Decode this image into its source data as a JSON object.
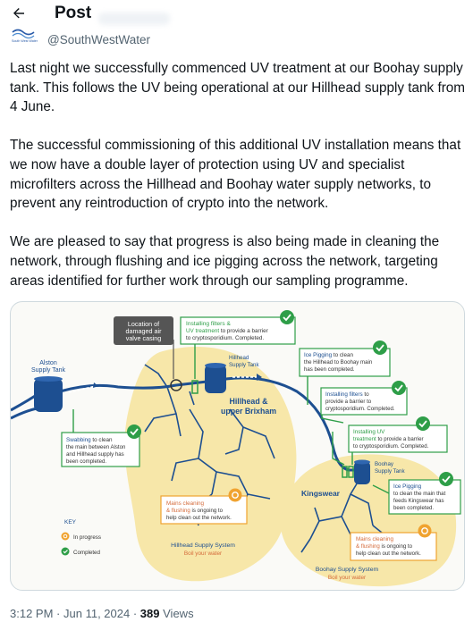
{
  "header": {
    "title": "Post"
  },
  "author": {
    "handle": "@SouthWestWater",
    "avatar_text": "South West Water"
  },
  "tweet": {
    "paragraphs": [
      "Last night we successfully commenced UV treatment at our Boohay supply tank. This follows the UV being operational at our Hillhead supply tank from 4 June.",
      "The successful commissioning of this additional UV installation means that we now have a double layer of protection using UV and specialist microfilters across the Hillhead and Boohay water supply networks, to prevent any reintroduction of crypto into the network.",
      "We are pleased to say that progress is also being made in cleaning the network, through flushing and ice pigging across the network, targeting areas identified for further work through our sampling programme."
    ]
  },
  "infographic": {
    "location_box": [
      "Location of",
      "damaged air",
      "valve casing"
    ],
    "alston_tank": [
      "Alston",
      "Supply Tank"
    ],
    "hillhead_tank": [
      "Hillhead",
      "Supply Tank"
    ],
    "hillhead_area": [
      "Hillhead &",
      "upper Brixham"
    ],
    "boohay_tank": [
      "Boohay",
      "Supply Tank"
    ],
    "kingswear": "Kingswear",
    "callout_filters_uv": {
      "title_1": "Installing filters &",
      "title_2": "UV treatment",
      "rest_2": " to provide a barrier",
      "line_3": "to cryptosporidium. Completed."
    },
    "callout_ice_pigging_1": {
      "title": "Ice Pigging",
      "rest_1": " to clean",
      "line_2": "the Hillhead to Boohay main",
      "line_3": "has been completed."
    },
    "callout_filters": {
      "title": "Installing filters",
      "rest_1": " to",
      "line_2": "provide a barrier to",
      "line_3": "cryptosporidium. Completed."
    },
    "callout_uv": {
      "title_1": "Installing UV",
      "title_2": "treatment",
      "rest_2": " to provide a barrier",
      "line_3": "to cryptosporidium. Completed."
    },
    "callout_ice_pigging_2": {
      "title": "Ice Pigging",
      "line_2": "to clean the main that",
      "line_3": "feeds Kingswear has",
      "line_4": "been completed."
    },
    "callout_swabbing": {
      "title": "Swabbing",
      "rest_1": " to clean",
      "line_2": "the main between Alston",
      "line_3": "and Hillhead supply has",
      "line_4": "been completed."
    },
    "callout_mains_1": {
      "title_1": "Mains cleaning",
      "title_2": "& flushing",
      "rest_2": " is ongoing to",
      "line_3": "help clean out the network."
    },
    "callout_mains_2": {
      "title_1": "Mains cleaning",
      "title_2": "& flushing",
      "rest_2": " is ongoing to",
      "line_3": "help clean out the network."
    },
    "system_hillhead": {
      "name": "Hillhead Supply System",
      "sub": "Boil your water"
    },
    "system_boohay": {
      "name": "Boohay Supply System",
      "sub": "Boil your water"
    },
    "key": {
      "title": "KEY",
      "in_progress": "In progress",
      "completed": "Completed"
    },
    "colors": {
      "pipe": "#1d4f91",
      "area": "#f7e7a9",
      "green": "#2e9e48",
      "orange": "#f0a330",
      "leader_gray": "#555555"
    }
  },
  "meta": {
    "time": "3:12 PM",
    "date": "Jun 11, 2024",
    "views": "389",
    "views_label": "Views"
  }
}
